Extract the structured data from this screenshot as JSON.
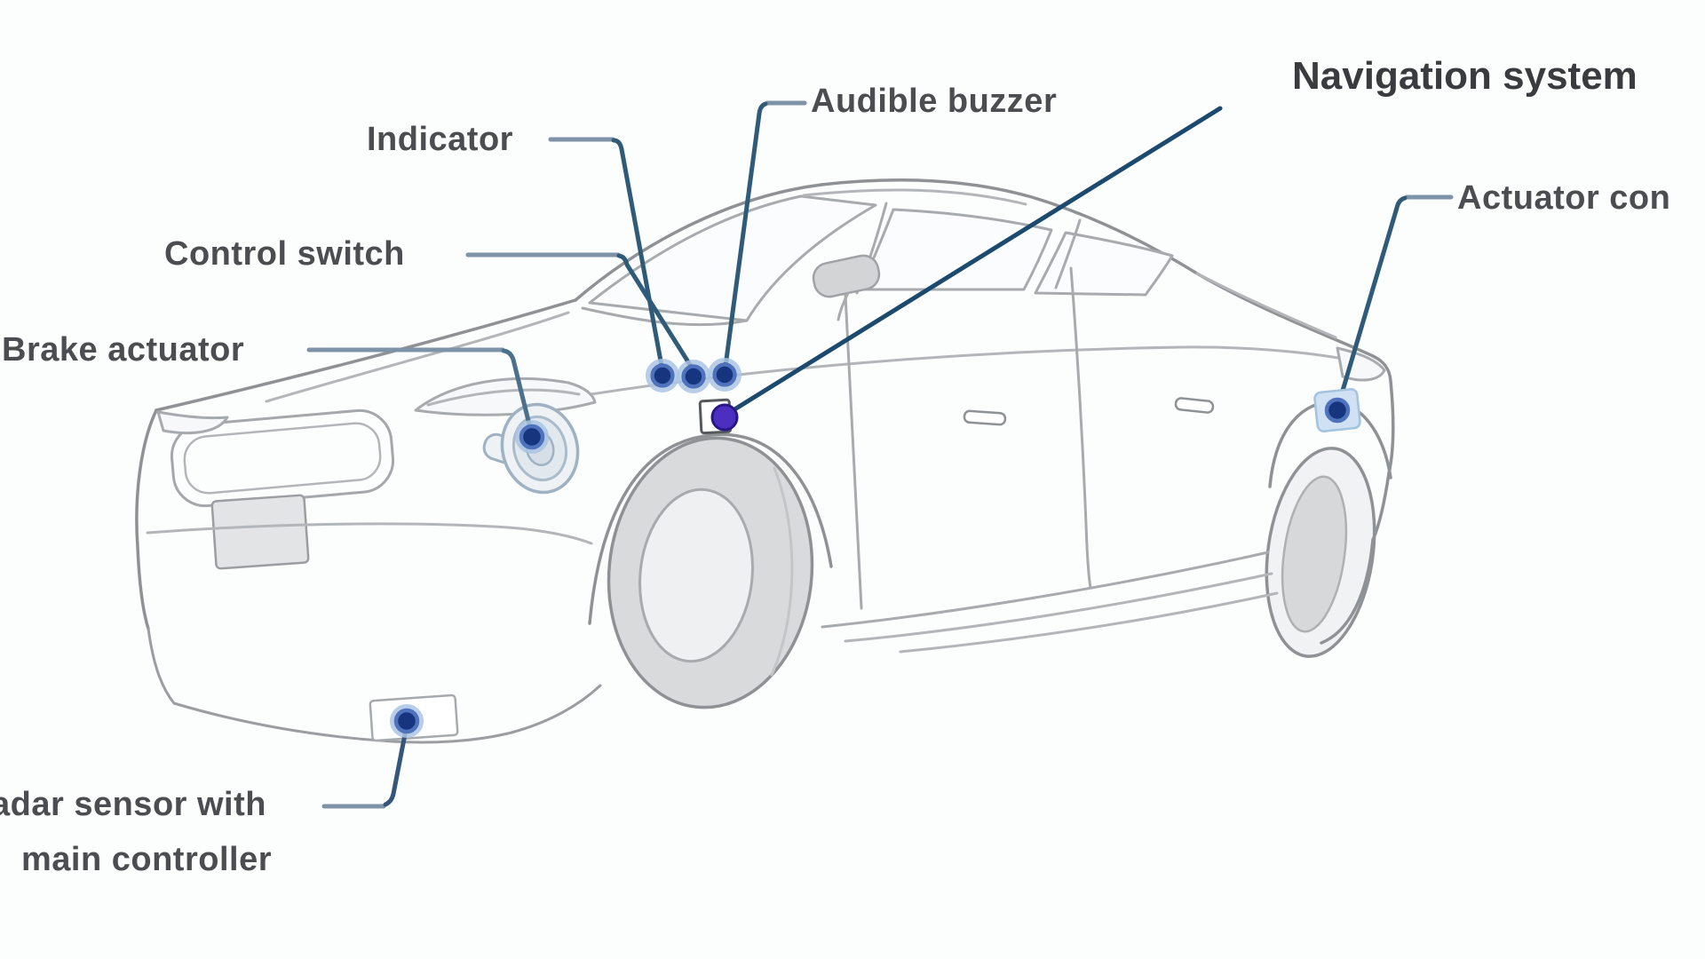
{
  "diagram": {
    "subject": "sedan-line-drawing-three-quarter-front-left",
    "labels": {
      "indicator": "Indicator",
      "control_switch": "Control switch",
      "brake_actuator": "Brake actuator",
      "audible_buzzer": "Audible buzzer",
      "navigation_system": "Navigation system",
      "actuator_controller": "Actuator con",
      "radar_sensor_line1": "adar sensor with",
      "radar_sensor_line2": "main controller"
    },
    "markers": [
      "indicator-dot",
      "control-switch-dot",
      "audible-buzzer-dot",
      "navigation-cube",
      "brake-actuator-dot",
      "radar-sensor-dot",
      "actuator-controller-dot"
    ],
    "colors": {
      "background": "#fcfdfd",
      "car_line": "#a7abae",
      "car_line_dark": "#8e9294",
      "label_text": "#4b4d50",
      "navigation_text": "#393b3e",
      "leader_steel": "#7e92a8",
      "leader_deep": "#2f5a78",
      "leader_navigation": "#1c4a6e",
      "marker_core": "#16357e",
      "marker_ring": "#4e72bc",
      "marker_halo": "#aac4e4",
      "navigation_cube": "#4a2fc0",
      "rear_marker_square": "#cfe1f2"
    }
  }
}
